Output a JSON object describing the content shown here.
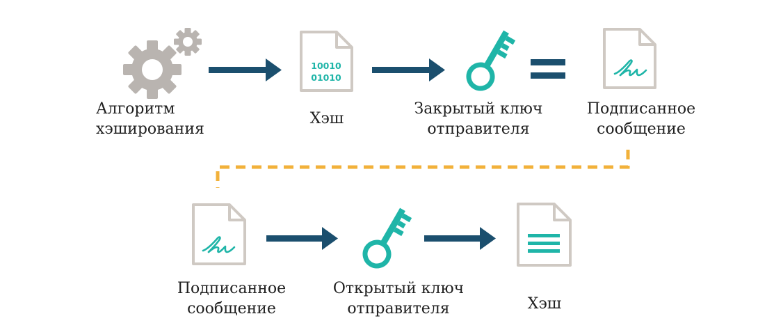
{
  "colors": {
    "arrow": "#1b4f6e",
    "teal": "#1fb5a8",
    "doc_outline": "#cfc9c3",
    "gear": "#b9b4b0",
    "dashed_connector": "#f2b13a",
    "text": "#1f1f1f"
  },
  "top_row": {
    "hash_algorithm": {
      "icon": "gears-icon",
      "label_line1": "Алгоритм",
      "label_line2": "хэширования"
    },
    "hash": {
      "icon": "binary-document-icon",
      "binary_line1": "10010",
      "binary_line2": "01010",
      "label": "Хэш"
    },
    "private_key": {
      "icon": "key-icon",
      "label_line1": "Закрытый ключ",
      "label_line2": "отправителя"
    },
    "equals": {
      "icon": "equals-icon"
    },
    "signed_message": {
      "icon": "signed-document-icon",
      "label_line1": "Подписанное",
      "label_line2": "сообщение"
    }
  },
  "bottom_row": {
    "signed_message": {
      "icon": "signed-document-icon",
      "label_line1": "Подписанное",
      "label_line2": "сообщение"
    },
    "public_key": {
      "icon": "key-icon",
      "label_line1": "Открытый ключ",
      "label_line2": "отправителя"
    },
    "hash": {
      "icon": "text-document-icon",
      "label": "Хэш"
    }
  }
}
